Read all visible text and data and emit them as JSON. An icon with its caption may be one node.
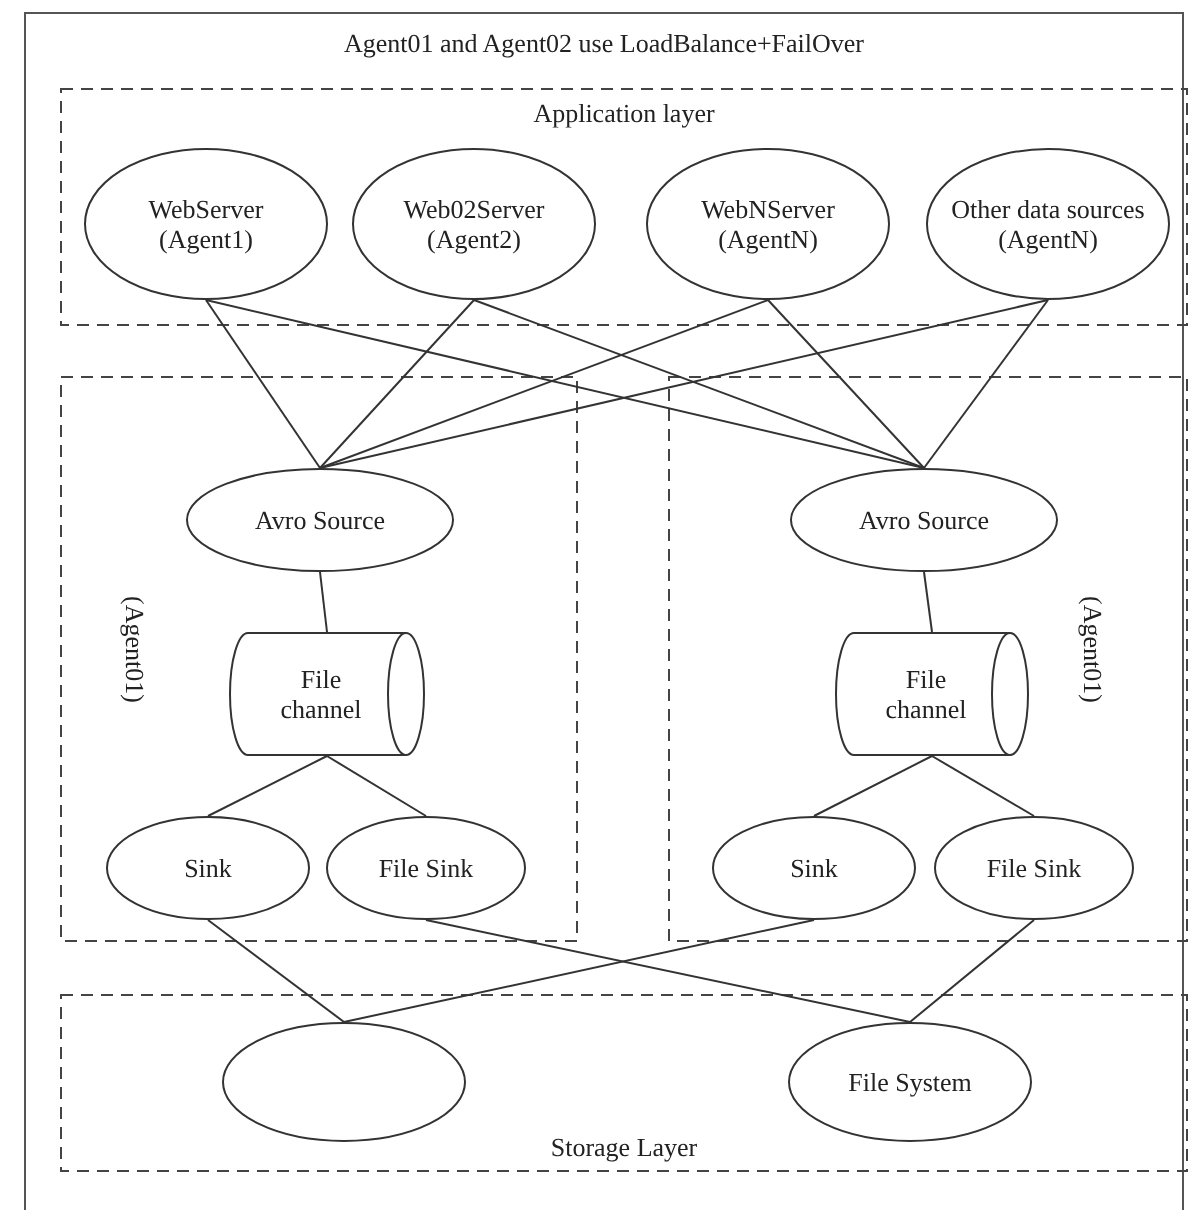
{
  "diagram": {
    "title": "Agent01 and Agent02 use LoadBalance+FailOver",
    "nodes": [
      {
        "text": [
          "Application layer"
        ]
      },
      {
        "text": [
          "WebServer (Agent1)"
        ],
        "in": 0
      },
      {
        "text": [
          "Web02Server (Agent2)"
        ],
        "in": 0
      },
      {
        "text": [
          "WebNServer (AgentN)"
        ],
        "in": 0
      },
      {
        "text": [
          "Other data sources (AgentN)"
        ],
        "in": 0
      },
      {
        "text": [
          "(Agent01)"
        ]
      },
      {
        "text": [
          "Avro Source"
        ],
        "in": 5
      },
      {
        "text": [
          "File channel"
        ],
        "in": 5
      },
      {
        "text": [
          "Sink"
        ],
        "in": 5
      },
      {
        "text": [
          "File Sink"
        ],
        "in": 5
      },
      {
        "text": [
          "(Agent01)"
        ]
      },
      {
        "text": [
          "Avro Source"
        ],
        "in": 10
      },
      {
        "text": [
          "File channel"
        ],
        "in": 10
      },
      {
        "text": [
          "Sink"
        ],
        "in": 10
      },
      {
        "text": [
          "File Sink"
        ],
        "in": 10
      },
      {
        "text": [
          "Storage Layer"
        ]
      },
      {
        "text": [],
        "shape": "ellipse",
        "in": 15
      },
      {
        "text": [
          "File System"
        ],
        "in": 15
      }
    ],
    "edges": [
      {
        "from": 1,
        "to": 6,
        "arrow": "none"
      },
      {
        "from": 1,
        "to": 11,
        "arrow": "none"
      },
      {
        "from": 2,
        "to": 6,
        "arrow": "none"
      },
      {
        "from": 2,
        "to": 11,
        "arrow": "none"
      },
      {
        "from": 3,
        "to": 6,
        "arrow": "none"
      },
      {
        "from": 3,
        "to": 11,
        "arrow": "none"
      },
      {
        "from": 4,
        "to": 6,
        "arrow": "none"
      },
      {
        "from": 4,
        "to": 11,
        "arrow": "none"
      },
      {
        "from": 6,
        "to": 7,
        "arrow": "none"
      },
      {
        "from": 11,
        "to": 12,
        "arrow": "none"
      },
      {
        "from": 7,
        "to": 8,
        "arrow": "none"
      },
      {
        "from": 7,
        "to": 9,
        "arrow": "none"
      },
      {
        "from": 12,
        "to": 13,
        "arrow": "none"
      },
      {
        "from": 12,
        "to": 14,
        "arrow": "none"
      },
      {
        "from": 8,
        "to": 16,
        "arrow": "none"
      },
      {
        "from": 9,
        "to": 17,
        "arrow": "none"
      },
      {
        "from": 13,
        "to": 16,
        "arrow": "none"
      },
      {
        "from": 14,
        "to": 17,
        "arrow": "none"
      }
    ]
  }
}
